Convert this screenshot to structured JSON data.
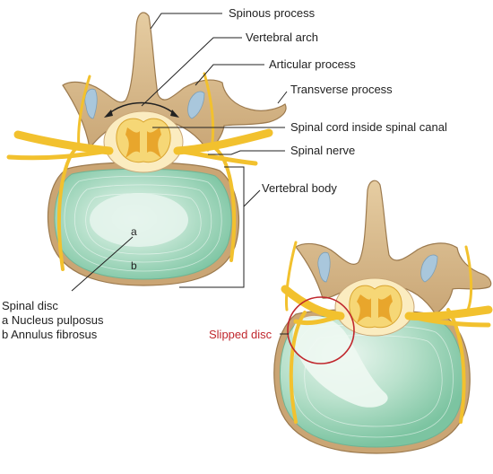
{
  "labels": {
    "spinous_process": "Spinous process",
    "vertebral_arch": "Vertebral arch",
    "articular_process": "Articular process",
    "transverse_process": "Transverse process",
    "spinal_cord": "Spinal cord inside spinal canal",
    "spinal_nerve": "Spinal nerve",
    "vertebral_body": "Vertebral body",
    "disc_a": "a",
    "disc_b": "b",
    "spinal_disc": "Spinal disc",
    "nucleus": "a  Nucleus pulposus",
    "annulus": "b  Annulus fibrosus",
    "slipped_disc": "Slipped disc"
  },
  "colors": {
    "bone": "#d9bc8e",
    "bone_dark": "#b8966a",
    "disc": "#8fcfb0",
    "disc_light": "#d8efe4",
    "nerve": "#f2c12e",
    "cord_fill": "#f7df8a",
    "cord_gray": "#e0a830",
    "highlight": "#c0272d"
  }
}
